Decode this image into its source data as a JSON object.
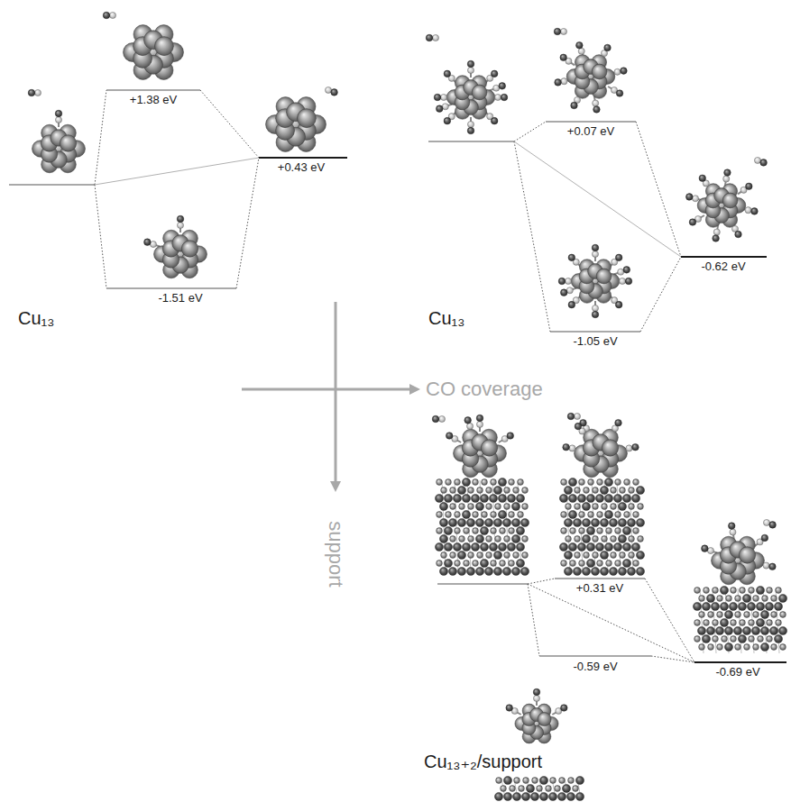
{
  "diagram": {
    "labels": [
      "+1.38 eV",
      "+0.43 eV",
      "-1.51 eV",
      "Cu₁₃",
      "+0.07 eV",
      "-0.62 eV",
      "-1.05 eV",
      "Cu₁₃",
      "CO coverage",
      "support",
      "+0.31 eV",
      "-0.59 eV",
      "-0.69 eV",
      "Cu₁₃₊₂/support"
    ]
  }
}
